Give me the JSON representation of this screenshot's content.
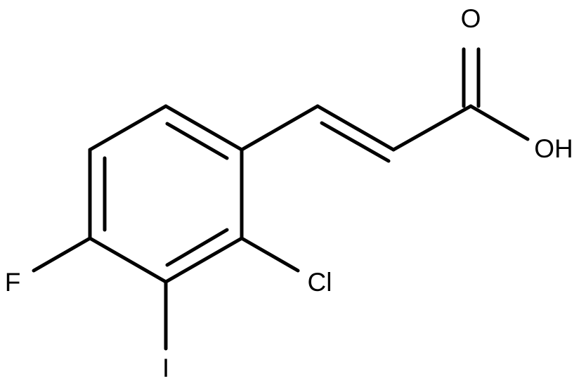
{
  "molecule": {
    "atoms": {
      "O": "O",
      "OH": "OH",
      "Cl": "Cl",
      "F": "F",
      "I": "I"
    }
  }
}
